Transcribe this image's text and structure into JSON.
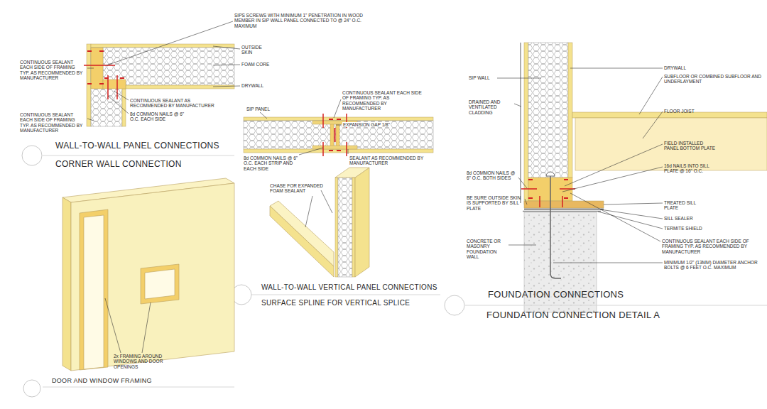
{
  "diagram": {
    "labels": [
      "SIPS SCREWS WITH MINIMUM 1\" PENETRATION IN WOOD MEMBER IN SIP WALL PANEL CONNECTED TO @ 24\" O.C. MAXIMUM",
      "OUTSIDE SKIN",
      "FOAM CORE",
      "DRYWALL",
      "CONTINUOUS SEALANT EACH SIDE OF FRAMING TYP. AS RECOMMENDED BY MANUFACTURER",
      "CONTINUOUS SEALANT AS RECOMMENDED BY MANUFACTURER",
      "CONTINUOUS SEALANT EACH SIDE OF FRAMING TYP. AS RECOMMENDED BY MANUFACTURER",
      "8d COMMON NAILS @ 6\" O.C. EACH SIDE",
      "WALL-TO-WALL PANEL CONNECTIONS",
      "CORNER WALL CONNECTION",
      "CONTINUOUS SEALANT EACH SIDE OF FRAMING TYP. AS RECOMMENDED BY MANUFACTURER",
      "SIP PANEL",
      "EXPANSION GAP 1/8\"",
      "8d COMMON NAILS @ 6\" O.C. EACH STRIP AND EACH SIDE",
      "SEALANT AS RECOMMENDED BY MANUFACTURER",
      "CHASE FOR EXPANDED FOAM SEALANT",
      "WALL-TO-WALL VERTICAL PANEL CONNECTIONS",
      "SURFACE SPLINE FOR VERTICAL SPLICE",
      "2x FRAMING AROUND WINDOWS AND DOOR OPENINGS",
      "DOOR AND WINDOW FRAMING",
      "SIP WALL",
      "DRAINED AND VENTILATED CLADDING",
      "DRYWALL",
      "SUBFLOOR OR COMBINED SUBFLOOR AND UNDERLAYMENT",
      "FLOOR JOIST",
      "FIELD INSTALLED PANEL BOTTOM PLATE",
      "16d NAILS INTO SILL PLATE @ 16\" O.C.",
      "8d COMMON NAILS @ 6\" O.C. BOTH SIDES",
      "BE SURE OUTSIDE SKIN IS SUPPORTED BY SILL PLATE",
      "TREATED SILL PLATE",
      "SILL SEALER",
      "TERMITE SHIELD",
      "CONCRETE OR MASONRY FOUNDATION WALL",
      "CONTINUOUS SEALANT EACH SIDE OF FRAMING TYP. AS RECOMMENDED BY MANUFACTURER",
      "MINIMUM 1/2\" (13MM) DIAMETER ANCHOR BOLTS @ 6 FEET O.C. MAXIMUM",
      "FOUNDATION CONNECTIONS",
      "FOUNDATION CONNECTION DETAIL A"
    ]
  }
}
